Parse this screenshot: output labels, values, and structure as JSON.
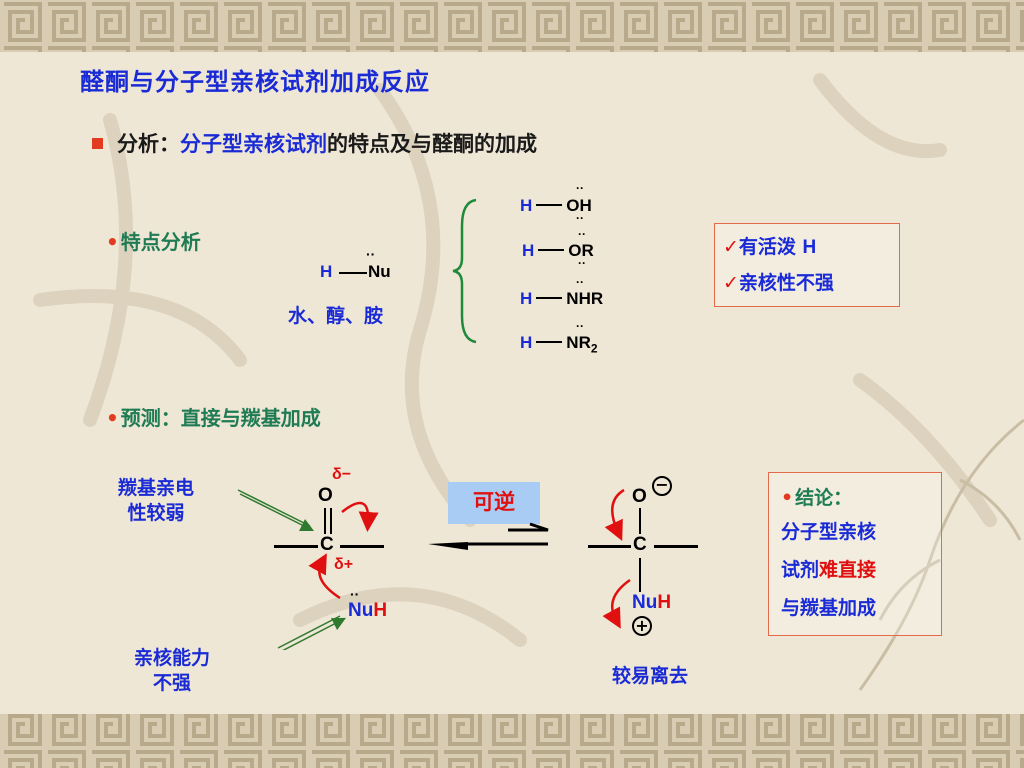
{
  "title": "醛酮与分子型亲核试剂加成反应",
  "subtitle": {
    "prefix": "分析：",
    "highlight": "分子型亲核试剂",
    "suffix": "的特点及与醛酮的加成"
  },
  "section1": {
    "bullet": "•",
    "label": "特点分析"
  },
  "section2": {
    "bullet": "•",
    "label": "预测：直接与羰基加成"
  },
  "hnu": {
    "h": "H",
    "nu": "Nu",
    "dots": "··",
    "caption": "水、醇、胺"
  },
  "examples": [
    {
      "h": "H",
      "atom": "O",
      "rest": "H",
      "sub": ""
    },
    {
      "h": "H",
      "atom": "O",
      "rest": "R",
      "sub": ""
    },
    {
      "h": "H",
      "atom": "N",
      "rest": "HR",
      "sub": ""
    },
    {
      "h": "H",
      "atom": "N",
      "rest": "R",
      "sub": "2"
    }
  ],
  "features": {
    "check": "✓",
    "line1": "有活泼 ",
    "line1_h": "H",
    "line2": "亲核性不强"
  },
  "carbonyl": {
    "o": "O",
    "c": "C",
    "delta_minus": "δ−",
    "delta_plus": "δ+",
    "nu": "Nu",
    "h": "H",
    "dots": "··",
    "label_top": "羰基亲电",
    "label_bottom": "性较弱"
  },
  "nucleophile_label": {
    "line1": "亲核能力",
    "line2": "不强"
  },
  "reversible": "可逆",
  "product": {
    "o": "O",
    "minus": "−",
    "c": "C",
    "nu": "Nu",
    "h": "H",
    "plus": "+",
    "caption": "较易离去"
  },
  "conclusion": {
    "bullet": "•",
    "heading": "结论：",
    "line1": "分子型亲核",
    "line2a": "试剂",
    "line2b": "难直接",
    "line3": "与羰基加成"
  },
  "colors": {
    "title": "#1a2bd6",
    "accent_red": "#e01010",
    "green": "#1e7b53",
    "box_border": "#e36a4a",
    "reversible_bg": "#a9ccf4",
    "background": "#ece3cf"
  }
}
